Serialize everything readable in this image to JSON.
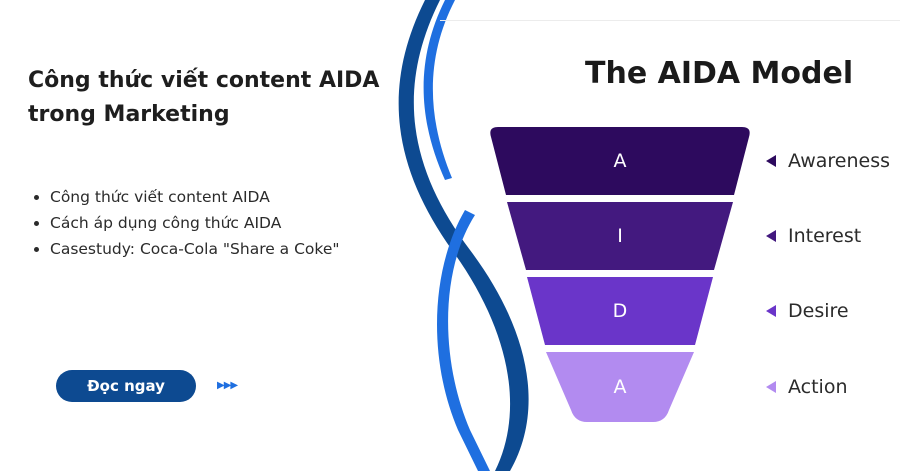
{
  "left": {
    "headline_line1": "Công thức viết content AIDA",
    "headline_line2": "trong Marketing",
    "bullets": [
      "Công thức viết content AIDA",
      "Cách áp dụng công thức AIDA",
      "Casestudy: Coca-Cola \"Share a Coke\""
    ],
    "cta_label": "Đọc ngay",
    "cta_arrows": "▶▶▶"
  },
  "model": {
    "title": "The AIDA Model",
    "stages": [
      {
        "letter": "A",
        "label": "Awareness",
        "color": "#2d0a5e"
      },
      {
        "letter": "I",
        "label": "Interest",
        "color": "#43197f"
      },
      {
        "letter": "D",
        "label": "Desire",
        "color": "#6a35c9"
      },
      {
        "letter": "A",
        "label": "Action",
        "color": "#b28bf0"
      }
    ]
  },
  "colors": {
    "cta_background": "#0d4a91",
    "ribbon_dark": "#0d4a91",
    "ribbon_light": "#1f6fe0"
  }
}
